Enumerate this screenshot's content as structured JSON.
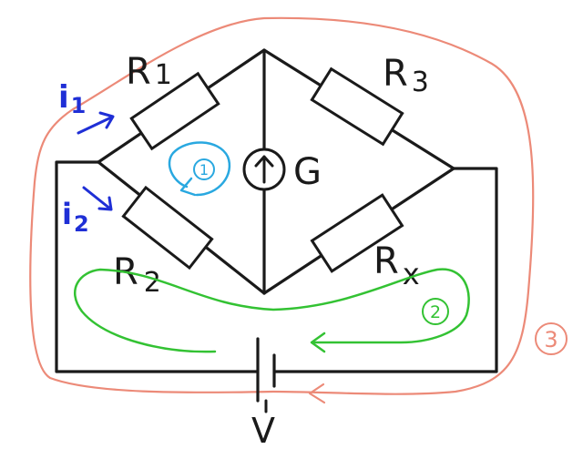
{
  "labels": {
    "r1": "R",
    "r1_sub": "1",
    "r2": "R",
    "r2_sub": "2",
    "r3": "R",
    "r3_sub": "3",
    "rx": "R",
    "rx_sub": "x",
    "galvanometer": "G",
    "battery": "V",
    "i1": "i",
    "i1_sub": "1",
    "i2": "i",
    "i2_sub": "2",
    "loop1": "1",
    "loop2": "2",
    "loop3": "3"
  },
  "colors": {
    "circuit": "#1a1a1a",
    "current": "#1f2fd6",
    "loop1": "#29a8e0",
    "loop2": "#33c233",
    "loop3": "#ec8a78"
  },
  "icons": {
    "galvanometer": "up-arrow-in-circle",
    "battery": "dc-cell-symbol"
  }
}
